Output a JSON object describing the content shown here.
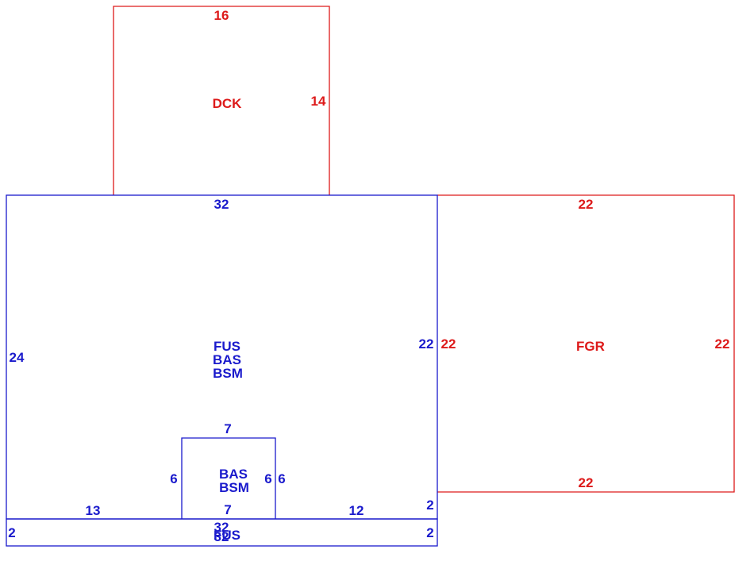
{
  "colors": {
    "living": "#1a1acc",
    "exterior": "#dd1a1a"
  },
  "deck": {
    "label": "DCK",
    "top": "16",
    "right": "14"
  },
  "main": {
    "codes": [
      "FUS",
      "BAS",
      "BSM"
    ],
    "top": "32",
    "left": "24",
    "right": "22",
    "bottom_left": "13",
    "bottom_right": "12",
    "corner": "2"
  },
  "inner": {
    "codes": [
      "BAS",
      "BSM"
    ],
    "top": "7",
    "left": "6",
    "right_a": "6",
    "right_b": "6",
    "bottom": "7"
  },
  "strip": {
    "label": "FUS",
    "top": "32",
    "bottom": "32",
    "left": "2",
    "right": "2"
  },
  "garage": {
    "label": "FGR",
    "top": "22",
    "left_a": "22",
    "left_b": "22",
    "right": "22",
    "bottom": "22"
  }
}
